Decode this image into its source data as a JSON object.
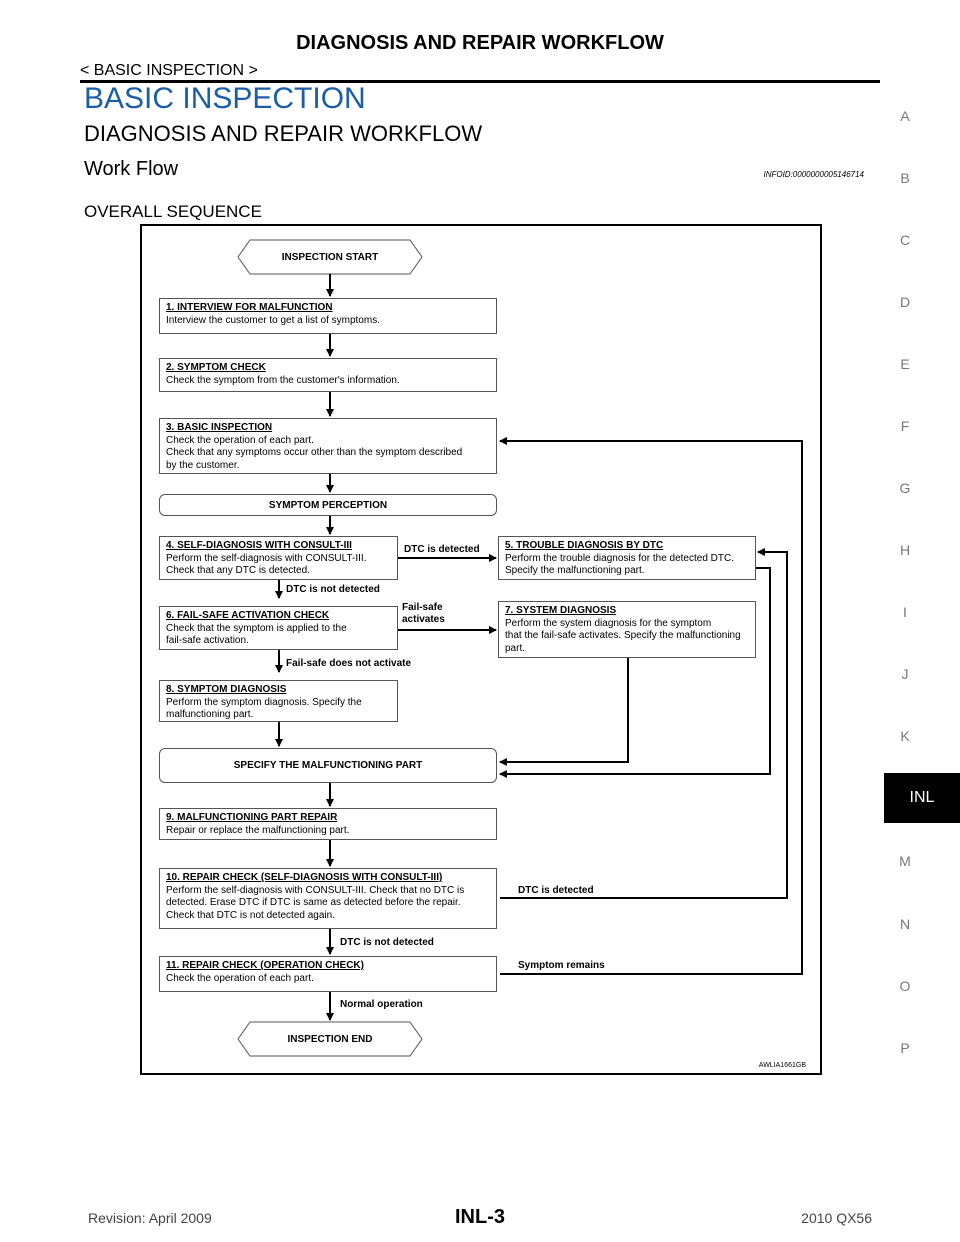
{
  "header": {
    "title": "DIAGNOSIS AND REPAIR WORKFLOW",
    "subtitle": "< BASIC INSPECTION >"
  },
  "section": {
    "title": "BASIC INSPECTION",
    "subtitle": "DIAGNOSIS AND REPAIR WORKFLOW",
    "heading": "Work Flow",
    "info_id": "INFOID:0000000005146714",
    "sequence_label": "OVERALL SEQUENCE"
  },
  "side_index": {
    "letters": [
      "A",
      "B",
      "C",
      "D",
      "E",
      "F",
      "G",
      "H",
      "I",
      "J",
      "K",
      "M",
      "N",
      "O",
      "P"
    ],
    "active": "INL"
  },
  "flowchart": {
    "start": "INSPECTION START",
    "end": "INSPECTION END",
    "steps": {
      "s1": {
        "title": "1. INTERVIEW FOR MALFUNCTION",
        "desc": "Interview the customer to get a list of symptoms."
      },
      "s2": {
        "title": "2. SYMPTOM CHECK",
        "desc": "Check the symptom from the customer's information."
      },
      "s3": {
        "title": "3. BASIC INSPECTION",
        "desc": "Check the operation of each part.\nCheck that any symptoms occur other than the symptom described\nby the customer."
      },
      "perception": "SYMPTOM PERCEPTION",
      "s4": {
        "title": "4. SELF-DIAGNOSIS WITH CONSULT-III",
        "desc": "Perform the self-diagnosis with CONSULT-III.\nCheck that any DTC is detected."
      },
      "s5": {
        "title": "5. TROUBLE DIAGNOSIS BY DTC",
        "desc": "Perform the trouble diagnosis for the detected DTC.\nSpecify the malfunctioning part."
      },
      "s6": {
        "title": "6. FAIL-SAFE ACTIVATION CHECK",
        "desc": "Check that the symptom is applied to the\nfail-safe activation."
      },
      "s7": {
        "title": "7. SYSTEM DIAGNOSIS",
        "desc": "Perform the system diagnosis for the symptom\nthat the fail-safe activates. Specify the malfunctioning\npart."
      },
      "s8": {
        "title": "8. SYMPTOM DIAGNOSIS",
        "desc": "Perform the symptom diagnosis. Specify the\nmalfunctioning part."
      },
      "specify": "SPECIFY THE MALFUNCTIONING PART",
      "s9": {
        "title": "9. MALFUNCTIONING PART REPAIR",
        "desc": "Repair or replace the malfunctioning part."
      },
      "s10": {
        "title": "10. REPAIR CHECK (SELF-DIAGNOSIS WITH CONSULT-III)",
        "desc": "Perform the self-diagnosis with CONSULT-III. Check that no DTC is\ndetected. Erase DTC if DTC is same as detected before the repair.\nCheck that DTC is not detected again."
      },
      "s11": {
        "title": "11. REPAIR CHECK (OPERATION CHECK)",
        "desc": "Check the operation of each part."
      }
    },
    "labels": {
      "dtc_detected": "DTC is detected",
      "dtc_not_detected": "DTC is not detected",
      "failsafe_activates": "Fail-safe\nactivates",
      "failsafe_not": "Fail-safe does not activate",
      "dtc_detected_2": "DTC is detected",
      "dtc_not_detected_2": "DTC is not detected",
      "symptom_remains": "Symptom remains",
      "normal_operation": "Normal operation"
    },
    "figure_code": "AWLIA1661GB"
  },
  "footer": {
    "revision": "Revision: April 2009",
    "page": "INL-3",
    "model": "2010 QX56"
  }
}
